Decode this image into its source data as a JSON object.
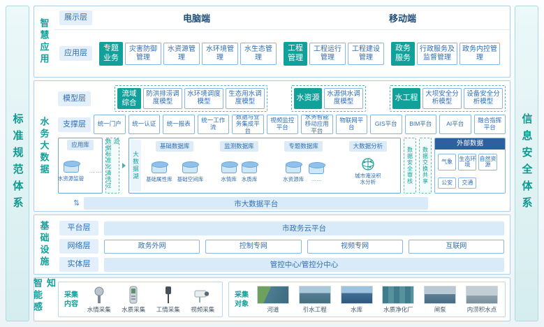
{
  "sidebars": {
    "left": "标准规范体系",
    "right": "信息安全体系"
  },
  "smart_app": {
    "title": "智慧应用",
    "display_layer_label": "展示层",
    "pc_label": "电脑端",
    "mobile_label": "移动端",
    "app_layer_label": "应用层",
    "groups": [
      {
        "header": "专题业务",
        "items": [
          "灾害防御管理",
          "水资源管理",
          "水环境管理",
          "水生态管理"
        ]
      },
      {
        "header": "工程管理",
        "items": [
          "工程运行管理",
          "工程建设管理"
        ]
      },
      {
        "header": "政务服务",
        "items": [
          "行政服务及监督管理",
          "政务内控管理"
        ]
      }
    ]
  },
  "big_data": {
    "title": "水务大数据",
    "model_layer_label": "模型层",
    "model_groups": [
      {
        "header": "流域综合",
        "items": [
          "防洪排涝调度模型",
          "水环境调度模型",
          "生态用水调度模型"
        ]
      },
      {
        "header": "水资源",
        "items": [
          "水源供水调度模型"
        ]
      },
      {
        "header": "水工程",
        "items": [
          "大坝安全分析模型",
          "设备安全分析模型"
        ]
      }
    ],
    "support_layer_label": "支撑层",
    "support_items": [
      "统一门户",
      "统一认证",
      "统一报表",
      "统一工作流",
      "数据与业务集成平台",
      "视频监控平台",
      "水务智能移动应用平台",
      "物联网平台",
      "GIS平台",
      "BIM平台",
      "AI平台",
      "融合指挥平台"
    ],
    "app_db": {
      "header": "应用库",
      "db_label": "水资源监管",
      "more": "……"
    },
    "filter_label": "数据标准化清洗过滤",
    "lake_label": "大数据湖",
    "lake_groups": [
      {
        "header": "基础数据库",
        "items": [
          "基础属性库",
          "基础空间库"
        ]
      },
      {
        "header": "监测数据库",
        "items": [
          "水情库",
          "水质库"
        ]
      },
      {
        "header": "专题数据库",
        "items": [
          "水资源库",
          "……"
        ]
      }
    ],
    "analysis": {
      "header": "大数据分析",
      "item": "城市淹没积水分析"
    },
    "security_label": "数据安全审核",
    "exchange_label": "数据交换共享",
    "external": {
      "header": "外部数据",
      "items": [
        "气象",
        "生态环境",
        "自然资源",
        "公安",
        "交通"
      ]
    },
    "platform_bar": "市大数据平台",
    "updown_arrow": "⇅"
  },
  "infrastructure": {
    "title": "基础设施",
    "rows": [
      {
        "label": "平台层",
        "items": [
          "市政务云平台"
        ]
      },
      {
        "label": "网络层",
        "items": [
          "政务外网",
          "控制专网",
          "视频专网",
          "互联网"
        ]
      },
      {
        "label": "实体层",
        "items": [
          "管控中心/管控分中心"
        ]
      }
    ]
  },
  "perception": {
    "title": "智能感知",
    "content": {
      "label": "采集内容",
      "items": [
        {
          "name": "水情采集",
          "icon": "water-level-sensor-icon"
        },
        {
          "name": "水质采集",
          "icon": "water-quality-meter-icon"
        },
        {
          "name": "工情采集",
          "icon": "engineering-sensor-icon"
        },
        {
          "name": "视频采集",
          "icon": "video-camera-icon"
        }
      ]
    },
    "objects": {
      "label": "采集对象",
      "items": [
        "河道",
        "引水工程",
        "水库",
        "水质净化厂",
        "闸泵",
        "内涝积水点"
      ]
    }
  },
  "colors": {
    "teal": "#12a19a",
    "blue_text": "#2f6eb5",
    "blue_border": "#85b5e0",
    "chip_bg": "#e3f0fb",
    "external_header_bg": "#2e5f9e",
    "bar_bg": "#d9eaf8"
  }
}
